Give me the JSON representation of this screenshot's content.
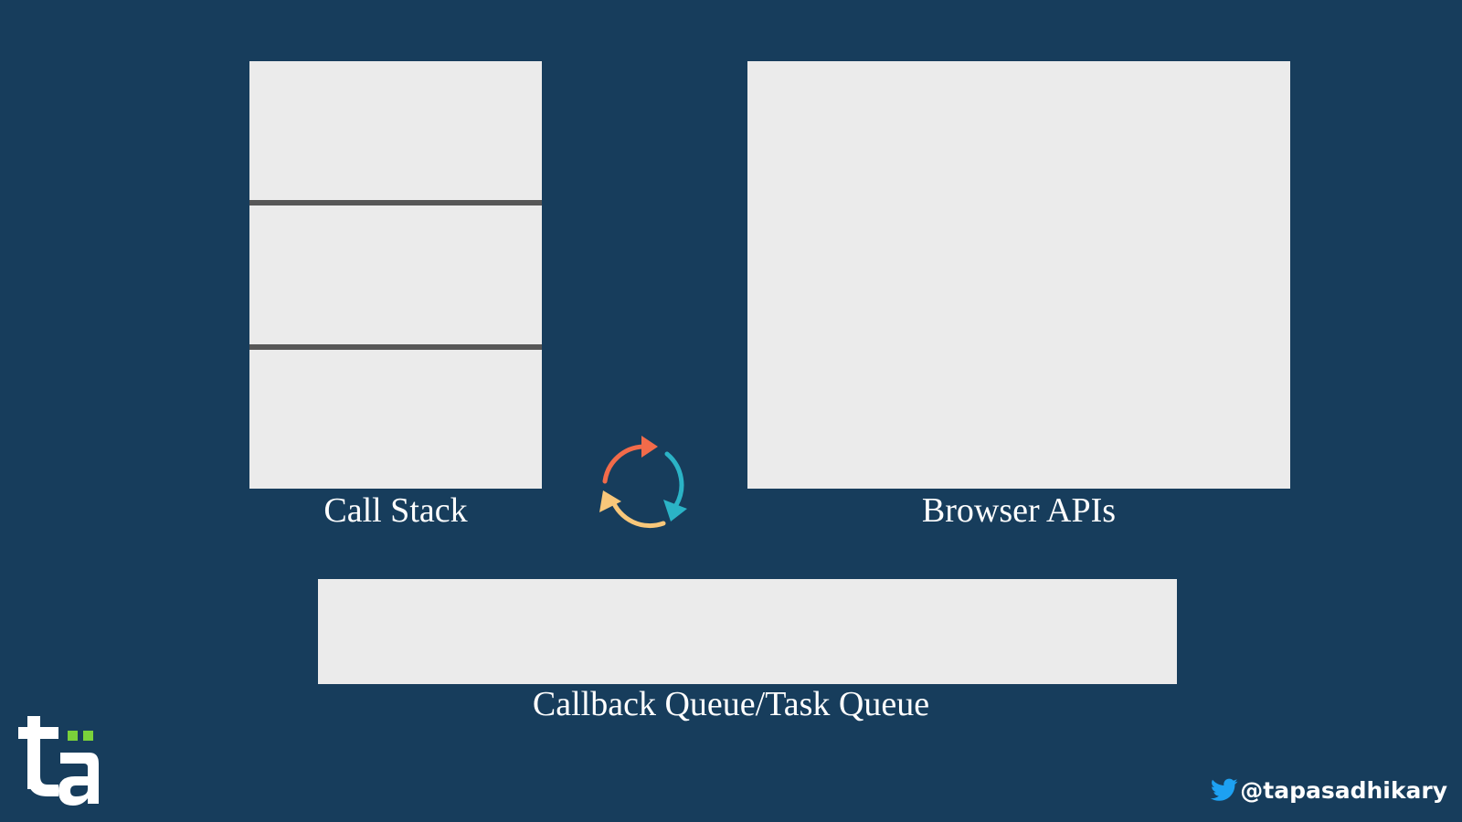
{
  "labels": {
    "call_stack": "Call Stack",
    "browser_apis": "Browser APIs",
    "callback_queue": "Callback Queue/Task Queue"
  },
  "call_stack": {
    "slots": 3
  },
  "icons": {
    "cycle": "cycle-arrows-icon",
    "logo": "ta-logo",
    "twitter": "twitter-bird-icon"
  },
  "colors": {
    "background": "#173d5c",
    "panel": "#ebebeb",
    "divider": "#575757",
    "cycle_red": "#f26b4a",
    "cycle_teal": "#2bb3c6",
    "cycle_yellow": "#f8c77a",
    "logo_green": "#7ad13a",
    "twitter_blue": "#1da1f2"
  },
  "footer": {
    "handle": "@tapasadhikary"
  }
}
